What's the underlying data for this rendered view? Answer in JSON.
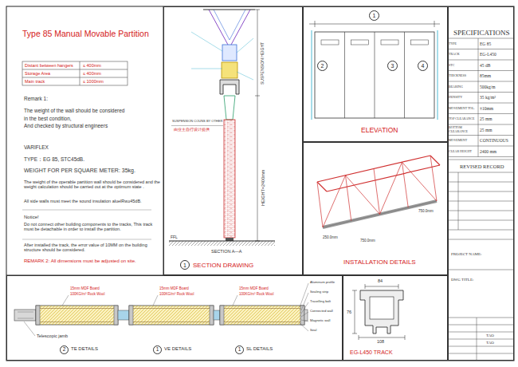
{
  "diagram": {
    "title": "Type 85 Manual Movable Partition",
    "nodes": [
      {
        "text": [
          "SECTION DRAWING"
        ]
      },
      {
        "text": [
          "1"
        ],
        "in": 0
      },
      {
        "text": [
          "ELEVATION"
        ]
      },
      {
        "text": [
          "1"
        ],
        "in": 2
      },
      {
        "text": [
          "2"
        ],
        "in": 2
      },
      {
        "text": [
          "3"
        ],
        "in": 2
      },
      {
        "text": [
          "4"
        ],
        "in": 2
      },
      {
        "text": [
          "INSTALLATION DETAILS"
        ]
      },
      {
        "text": [
          "TE DETAILS",
          "VE DETAILS",
          "SL DETAILS"
        ]
      },
      {
        "text": [
          "2"
        ],
        "in": 8
      },
      {
        "text": [
          "1"
        ],
        "in": 8
      },
      {
        "text": [
          "1"
        ],
        "in": 8
      },
      {
        "text": [
          "EG-L450 TRACK"
        ]
      },
      {
        "text": [
          "SPECIFICATIONS"
        ]
      }
    ],
    "labels": [
      "Distant between hangers",
      "≤ 400mm",
      "Storage Area",
      "≤ 400mm",
      "Main track",
      "≤ 1000mm",
      "Remark 1:",
      "The weight of the wall should be considered",
      "in the best condition,",
      "And checked by structural engineers",
      "VARIFLEX",
      "TYPE：EG 85, STC45dB.",
      "WEIGHT FOR PER SQUARE METER: 35kg.",
      "The weight of the operable partition wall should be considered and the weight calculation should be carried out at the optimum state .",
      "All side walls must meet the sound insulation aluelRw≥45dB.",
      "Notice!",
      "Do not connect other building components to the tracks, This track must be detachable in order to install the partition.",
      "After installed the track, the error value of 10MM on the building structure should be considered.",
      "REMARK 2: All dimensions must be adjusted on site.",
      "SUSPENSION HEIGHT",
      "HEIGHT=2400mm",
      "SUSPENSION COUNS BY OTHER",
      "由业主自行设计提供",
      "FFL",
      "SECTION A—A",
      "750.0mm",
      "250.0mm",
      "750.0mm",
      "Telescopic jamb",
      "15mm MDF Board",
      "100KG/m³ Rock Wool",
      "15mm MDF Board",
      "100KG/m³ Rock Wool",
      "15mm MDF Board",
      "100KG/m³ Rock Wool",
      "Aluminum profile",
      "Sealing strip",
      "Travelling bolt",
      "Connected wall",
      "Magnetic wall",
      "Seal",
      "84",
      "76",
      "108",
      "TYPE",
      "EG 85",
      "TRACK",
      "EG-L450",
      "STC",
      "45 dB",
      "THICKNESS",
      "85mm",
      "BEARING",
      "500kg/m",
      "DENSITY",
      "35 kg/m²",
      "MOVEMENT TOL.",
      "±10mm",
      "TOP CLEARANCE",
      "25 mm",
      "BOTTOM CLEARANCE",
      "25 mm",
      "MOVEMENT",
      "CONTINUOUS",
      "CLEAR HEIGHT",
      "2400 mm",
      "REVISED RECORD",
      "PROJECT NAME:",
      "DWG TITLE:",
      "TAO",
      "TAO"
    ]
  }
}
